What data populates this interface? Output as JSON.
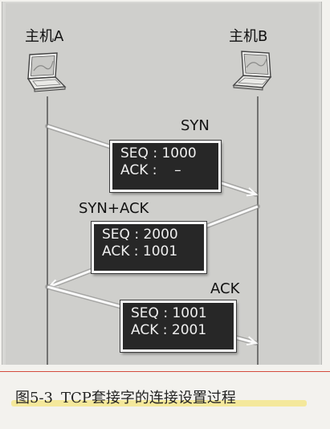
{
  "hosts": {
    "host_a": "主机A",
    "host_b": "主机B"
  },
  "messages": [
    {
      "label": "SYN",
      "seq": "SEQ : 1000",
      "ack": "ACK :    –"
    },
    {
      "label": "SYN+ACK",
      "seq": "SEQ : 2000",
      "ack": "ACK : 1001"
    },
    {
      "label": "ACK",
      "seq": "SEQ : 1001",
      "ack": "ACK : 2001"
    }
  ],
  "caption": {
    "number": "图5-3",
    "title": "TCP套接字的连接设置过程"
  },
  "colors": {
    "packet_fill": "#272727",
    "packet_text": "#efefef",
    "rule": "#d44b3e",
    "highlight": "#f4e058"
  },
  "icons": [
    "laptop-icon"
  ]
}
